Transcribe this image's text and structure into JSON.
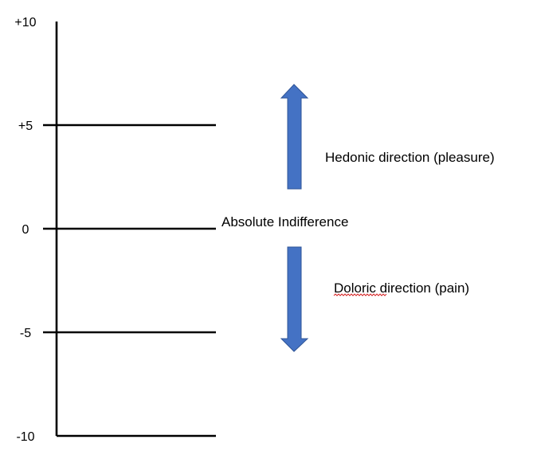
{
  "scale": {
    "ticks": [
      {
        "value": 10,
        "label": "+10",
        "has_line": false
      },
      {
        "value": 5,
        "label": "+5",
        "has_line": true
      },
      {
        "value": 0,
        "label": "0",
        "has_line": true
      },
      {
        "value": -5,
        "label": "-5",
        "has_line": true
      },
      {
        "value": -10,
        "label": "-10",
        "has_line": true
      }
    ],
    "range": [
      -10,
      10
    ]
  },
  "annotations": {
    "zero_label": "Absolute Indifference",
    "up_label": "Hedonic direction (pleasure)",
    "down_label": "Doloric direction (pain)"
  },
  "colors": {
    "arrow_fill": "#4472C4",
    "arrow_outline": "#2F5597",
    "line": "#000000",
    "spellcheck_underline": "#d62728"
  },
  "icons": {
    "up_arrow": "up-arrow-icon",
    "down_arrow": "down-arrow-icon"
  }
}
